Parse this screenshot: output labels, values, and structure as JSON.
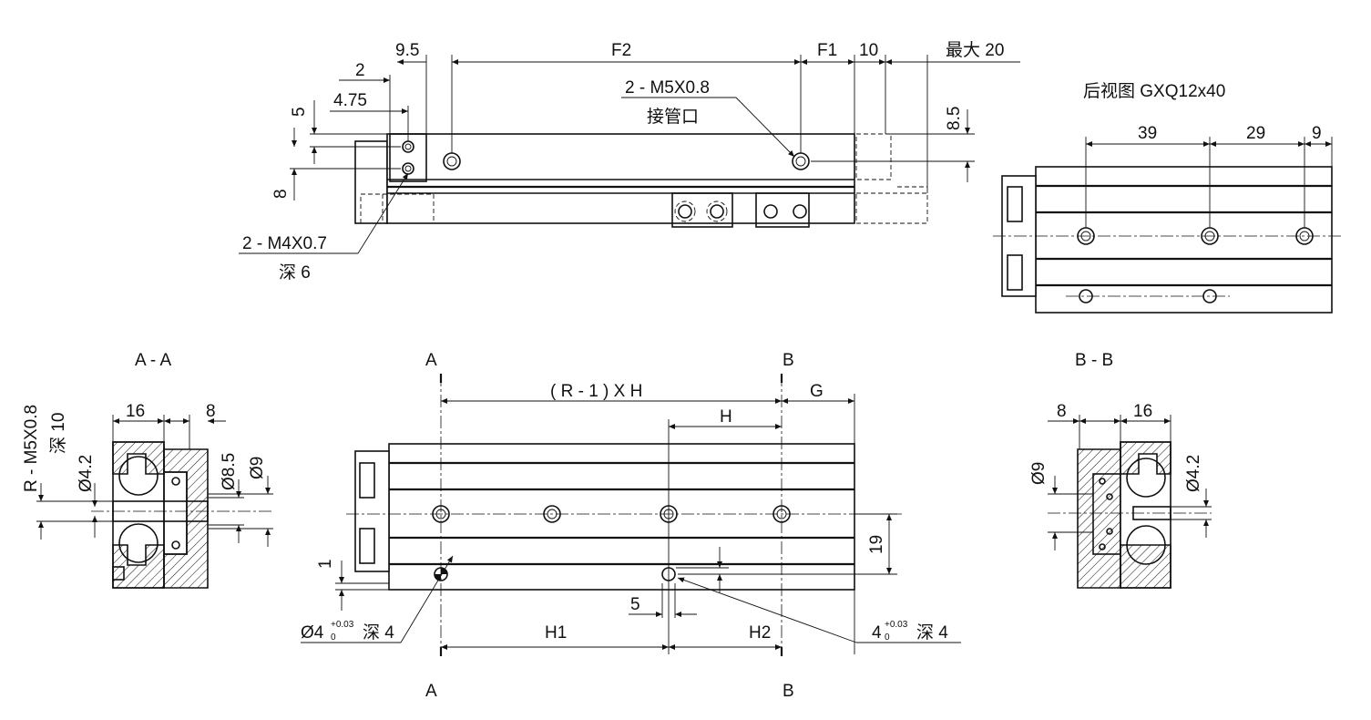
{
  "drawing": {
    "side_view": {
      "dim_2": "2",
      "dim_4_75": "4.75",
      "dim_5": "5",
      "dim_8": "8",
      "dim_9_5": "9.5",
      "dim_F2": "F2",
      "dim_F1": "F1",
      "dim_10": "10",
      "dim_max20": "最大 20",
      "dim_8_5": "8.5",
      "port_callout_1": "2 - M5X0.8",
      "port_callout_2": "接管口",
      "thread_callout_1": "2 - M4X0.7",
      "thread_callout_2": "深 6"
    },
    "rear_view": {
      "title": "后视图 GXQ12x40",
      "dim_39": "39",
      "dim_29": "29",
      "dim_9": "9"
    },
    "section_aa": {
      "title": "A - A",
      "dim_16": "16",
      "dim_8": "8",
      "thread_label_1": "R - M5X0.8",
      "thread_label_2": "深 10",
      "dia_4_2": "Ø4.2",
      "dia_8_5": "Ø8.5",
      "dia_9": "Ø9"
    },
    "top_view": {
      "mark_A_top": "A",
      "mark_B_top": "B",
      "mark_A_bottom": "A",
      "mark_B_bottom": "B",
      "dim_RH": "( R - 1 ) X H",
      "dim_G": "G",
      "dim_H": "H",
      "dim_19": "19",
      "dim_1": "1",
      "dim_5": "5",
      "dim_H1": "H1",
      "dim_H2": "H2",
      "hole_left_main": "Ø4",
      "hole_left_tol_upper": "+0.03",
      "hole_left_tol_lower": "0",
      "hole_left_depth": "深 4",
      "hole_right_main": "4",
      "hole_right_tol_upper": "+0.03",
      "hole_right_tol_lower": "0",
      "hole_right_depth": "深 4"
    },
    "section_bb": {
      "title": "B - B",
      "dim_8": "8",
      "dim_16": "16",
      "dia_9": "Ø9",
      "dia_4_2": "Ø4.2"
    }
  }
}
